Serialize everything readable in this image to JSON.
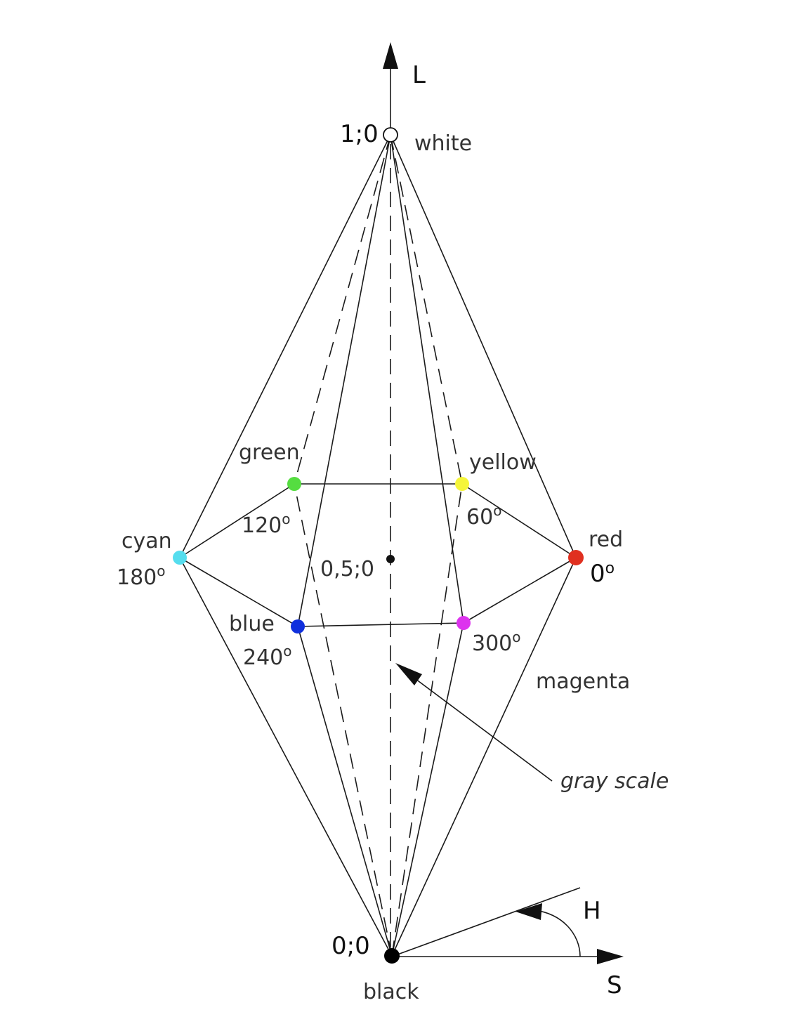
{
  "axis": {
    "l_label": "L",
    "s_label": "S",
    "h_label": "H"
  },
  "white": {
    "name": "white",
    "coord": "1;0",
    "color": "#ffffff"
  },
  "black": {
    "name": "black",
    "coord": "0;0",
    "color": "#000000"
  },
  "center": {
    "coord": "0,5;0"
  },
  "gray_scale": {
    "label": "gray scale"
  },
  "hues": {
    "red": {
      "name": "red",
      "angle": "0",
      "color": "#e03020"
    },
    "yellow": {
      "name": "yellow",
      "angle": "60",
      "color": "#f5f53a"
    },
    "green": {
      "name": "green",
      "angle": "120",
      "color": "#55dd40"
    },
    "cyan": {
      "name": "cyan",
      "angle": "180",
      "color": "#55ddee"
    },
    "blue": {
      "name": "blue",
      "angle": "240",
      "color": "#1030dd"
    },
    "magenta": {
      "name": "magenta",
      "angle": "300",
      "color": "#dd33ee"
    }
  },
  "degree_symbol": "o"
}
